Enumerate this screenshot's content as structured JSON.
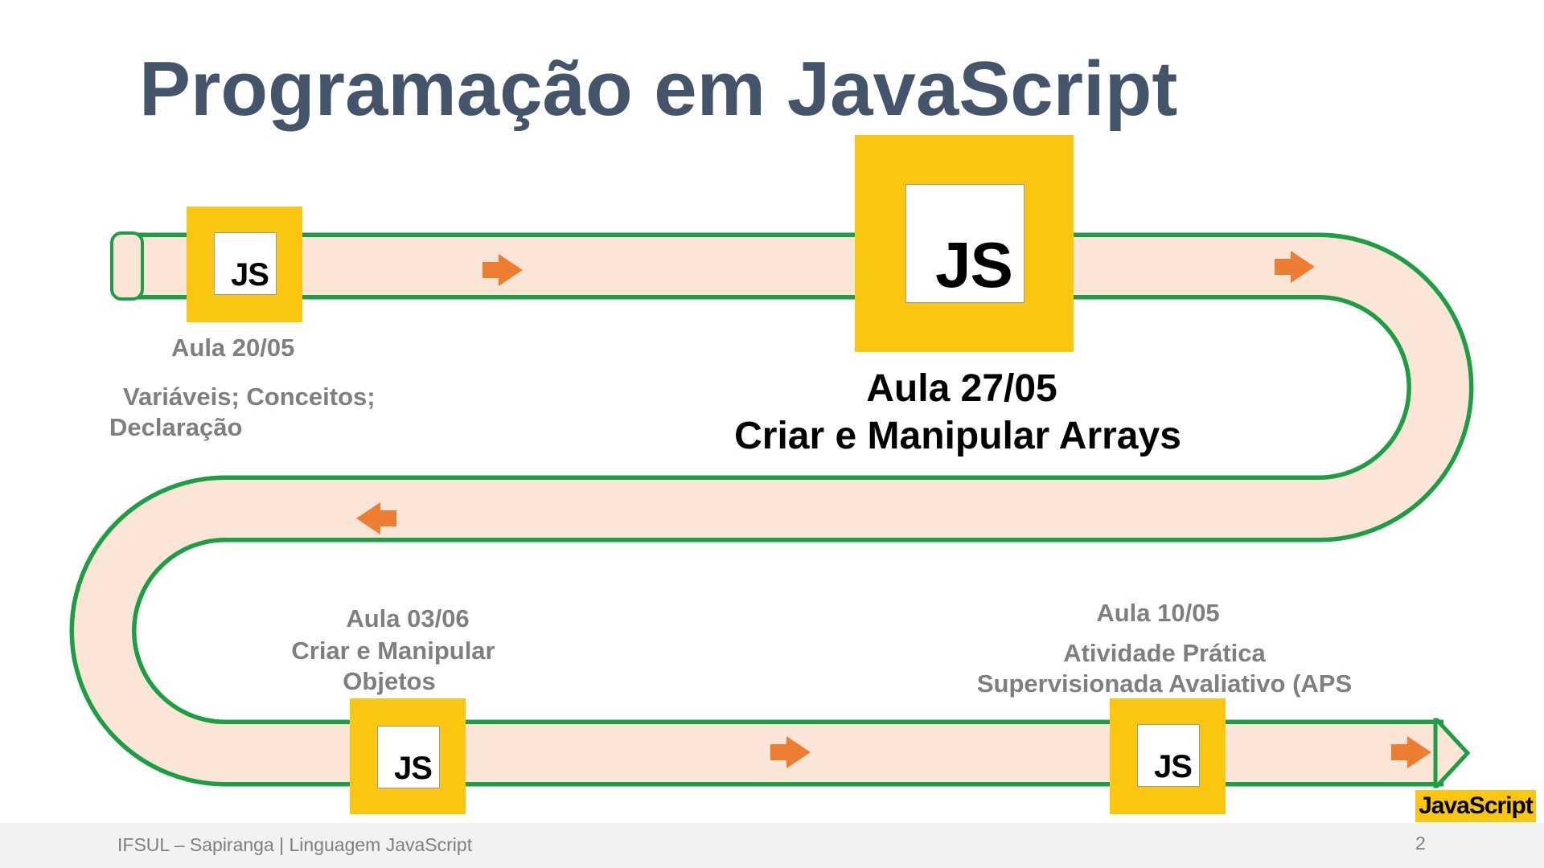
{
  "slide": {
    "title": "Programação em JavaScript"
  },
  "lessons": [
    {
      "date": "Aula 20/05",
      "topic_line1": "Variáveis; Conceitos;",
      "topic_line2": "Declaração"
    },
    {
      "date": "Aula 27/05",
      "topic": "Criar e Manipular Arrays"
    },
    {
      "date": "Aula 03/06",
      "topic_line1": "Criar e Manipular",
      "topic_line2": "Objetos"
    },
    {
      "date": "Aula 10/05",
      "topic_line1": "Atividade Prática",
      "topic_line2": "Supervisionada Avaliativo (APS"
    }
  ],
  "badges": {
    "label": "JS"
  },
  "footer": {
    "text": "IFSUL – Sapiranga |  Linguagem JavaScript",
    "page_number": "2",
    "logo_text": "JavaScript"
  },
  "colors": {
    "title": "#44546a",
    "road_fill": "#fbe5d6",
    "road_border": "#1d9e45",
    "arrow": "#ed7d31",
    "badge": "#fbc611",
    "muted_text": "#7f7f7f"
  },
  "icons": [
    "arrow-right-icon",
    "arrow-left-icon",
    "js-badge-icon",
    "javascript-logo"
  ]
}
